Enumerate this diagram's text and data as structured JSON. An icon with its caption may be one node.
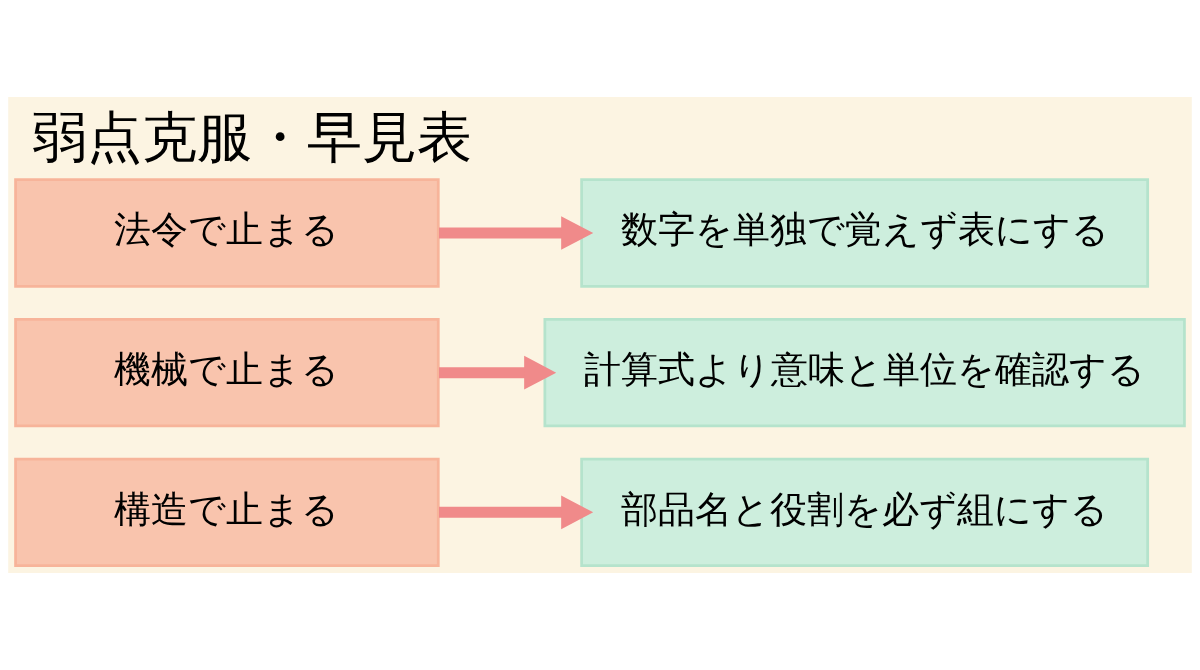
{
  "diagram": {
    "title": "弱点克服・早見表",
    "nodes": [
      {
        "text": [
          "法令で止まる"
        ]
      },
      {
        "text": [
          "数字を単独で覚えず表にする"
        ]
      },
      {
        "text": [
          "機械で止まる"
        ]
      },
      {
        "text": [
          "計算式より意味と単位を確認する"
        ]
      },
      {
        "text": [
          "構造で止まる"
        ]
      },
      {
        "text": [
          "部品名と役割を必ず組にする"
        ]
      }
    ],
    "edges": [
      {
        "from": 0,
        "to": 1,
        "arrow": "to"
      },
      {
        "from": 2,
        "to": 3,
        "arrow": "to"
      },
      {
        "from": 4,
        "to": 5,
        "arrow": "to"
      }
    ]
  }
}
